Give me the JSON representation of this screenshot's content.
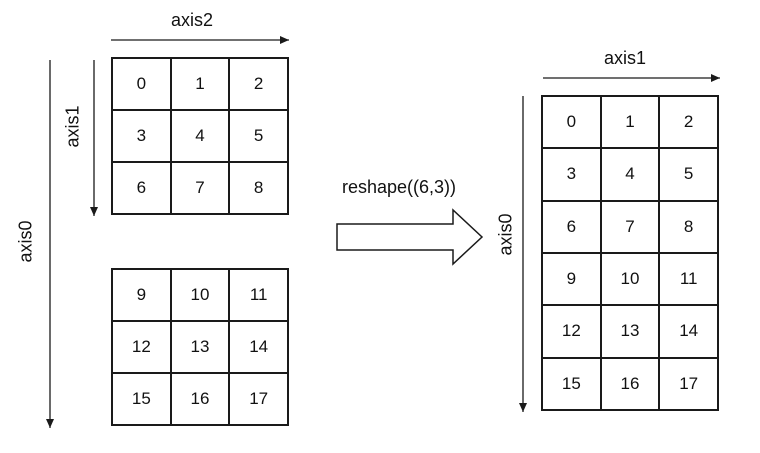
{
  "left": {
    "axis_top_label": "axis2",
    "axis_inner_label": "axis1",
    "axis_outer_label": "axis0",
    "block1": [
      "0",
      "1",
      "2",
      "3",
      "4",
      "5",
      "6",
      "7",
      "8"
    ],
    "block2": [
      "9",
      "10",
      "11",
      "12",
      "13",
      "14",
      "15",
      "16",
      "17"
    ]
  },
  "op_label": "reshape((6,3))",
  "right": {
    "axis_top_label": "axis1",
    "axis_side_label": "axis0",
    "cells": [
      "0",
      "1",
      "2",
      "3",
      "4",
      "5",
      "6",
      "7",
      "8",
      "9",
      "10",
      "11",
      "12",
      "13",
      "14",
      "15",
      "16",
      "17"
    ]
  }
}
